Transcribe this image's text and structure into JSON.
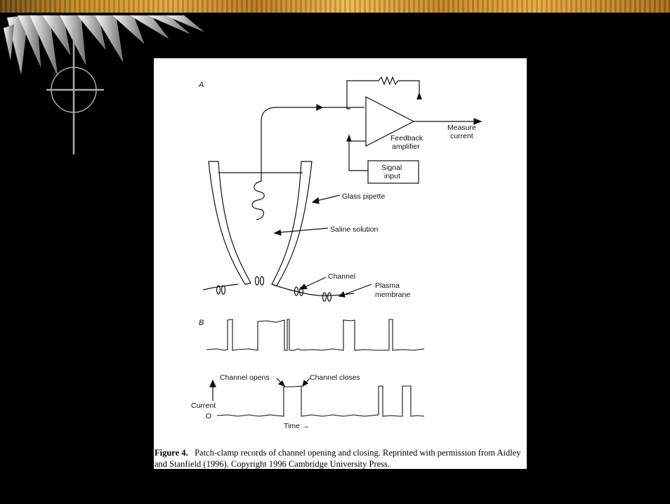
{
  "panel_a": {
    "letter": "A",
    "measure": [
      "Measure",
      "current"
    ],
    "feedback": [
      "Feedback",
      "amplifier"
    ],
    "signal": [
      "Signal",
      "input"
    ],
    "glass_pipette": "Glass pipette",
    "saline": "Saline solution",
    "channel": "Channel",
    "plasma": [
      "Plasma",
      "membrane"
    ]
  },
  "panel_b": {
    "letter": "B",
    "channel_opens": "Channel opens",
    "channel_closes": "Channel closes",
    "current": "Current",
    "zero": "O",
    "time": "Time →"
  },
  "caption": {
    "label": "Figure 4.",
    "text": "Patch-clamp records of channel opening and closing. Reprinted with permission from Aidley and Stanfield (1996). Copyright 1996 Cambridge University Press."
  }
}
